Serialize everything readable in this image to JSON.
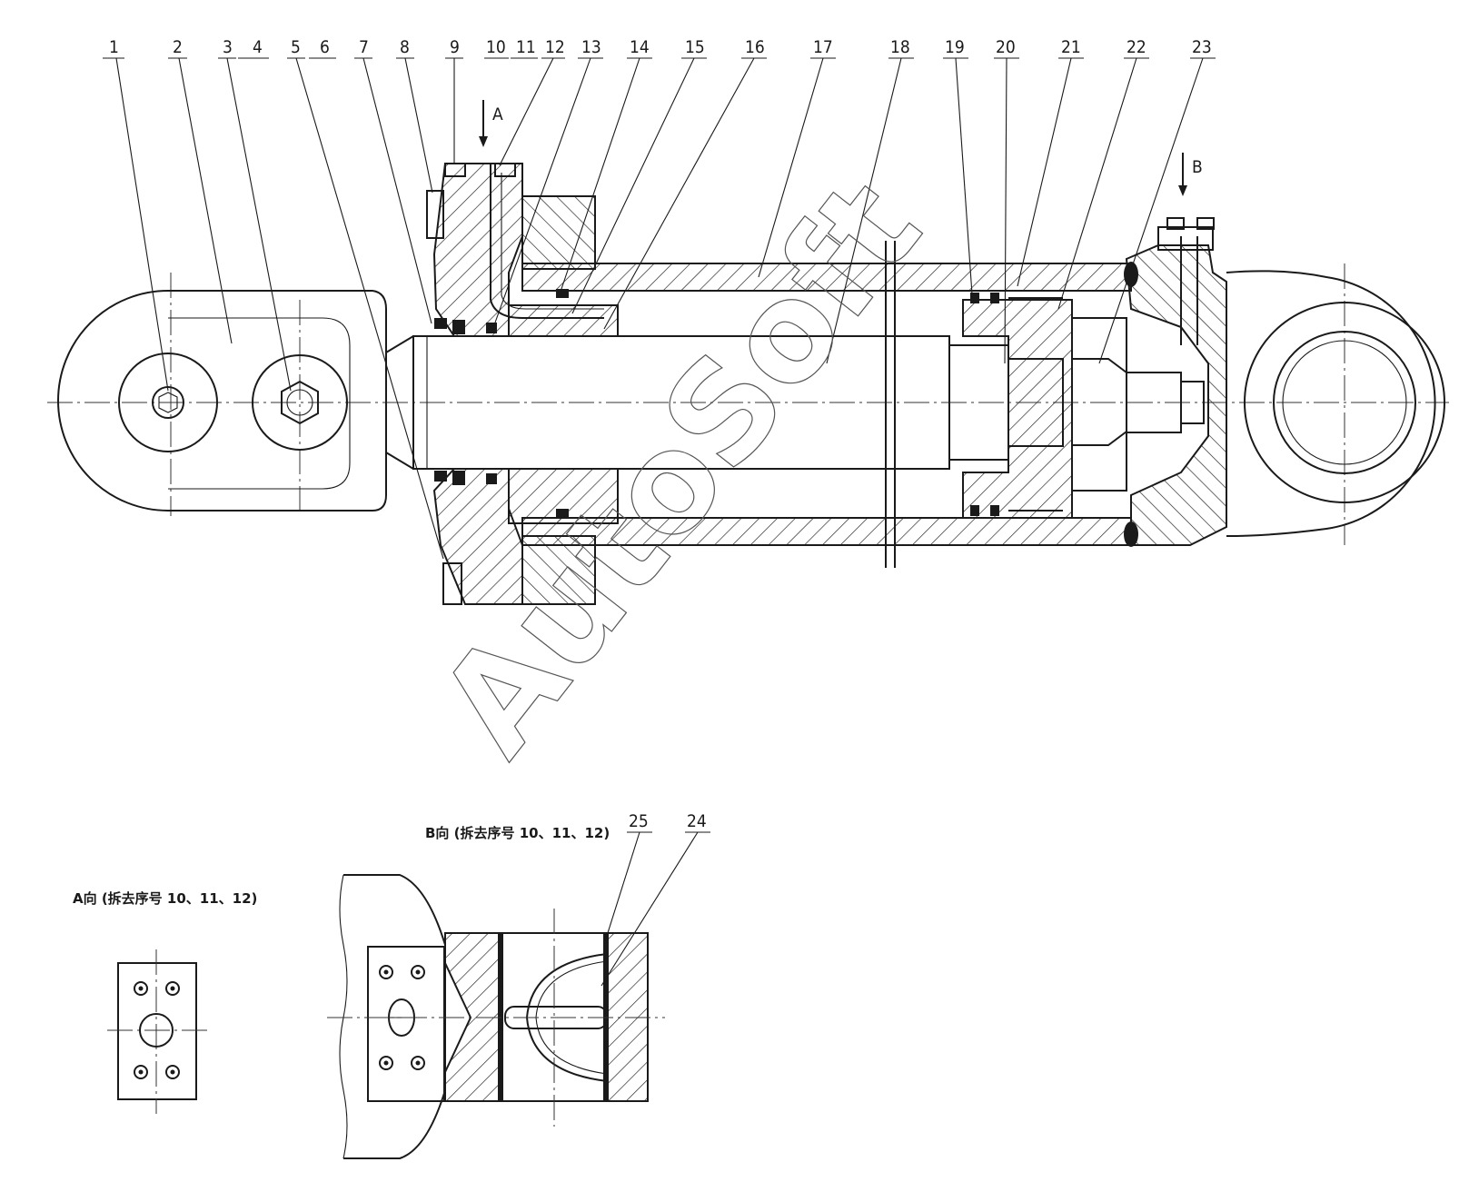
{
  "callouts": [
    {
      "id": "1",
      "n": "1"
    },
    {
      "id": "2",
      "n": "2"
    },
    {
      "id": "3",
      "n": "3"
    },
    {
      "id": "4",
      "n": "4"
    },
    {
      "id": "5",
      "n": "5"
    },
    {
      "id": "6",
      "n": "6"
    },
    {
      "id": "7",
      "n": "7"
    },
    {
      "id": "8",
      "n": "8"
    },
    {
      "id": "9",
      "n": "9"
    },
    {
      "id": "10",
      "n": "10"
    },
    {
      "id": "11",
      "n": "11"
    },
    {
      "id": "12",
      "n": "12"
    },
    {
      "id": "13",
      "n": "13"
    },
    {
      "id": "14",
      "n": "14"
    },
    {
      "id": "15",
      "n": "15"
    },
    {
      "id": "16",
      "n": "16"
    },
    {
      "id": "17",
      "n": "17"
    },
    {
      "id": "18",
      "n": "18"
    },
    {
      "id": "19",
      "n": "19"
    },
    {
      "id": "20",
      "n": "20"
    },
    {
      "id": "21",
      "n": "21"
    },
    {
      "id": "22",
      "n": "22"
    },
    {
      "id": "23",
      "n": "23"
    },
    {
      "id": "25",
      "n": "25"
    },
    {
      "id": "24",
      "n": "24"
    }
  ],
  "arrows": {
    "a": "A",
    "b": "B"
  },
  "view_a_caption": "A向 (拆去序号 10、11、12)",
  "view_b_caption": "B向 (拆去序号 10、11、12)",
  "watermark": "AutoSoft"
}
